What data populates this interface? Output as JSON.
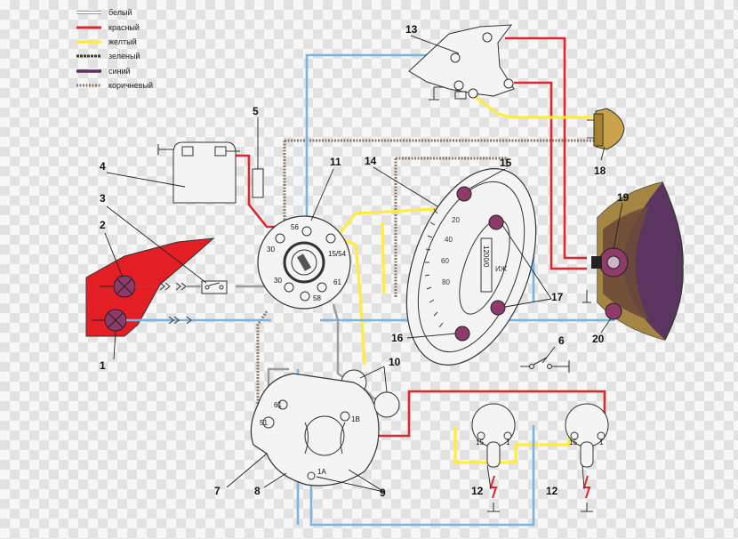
{
  "legend": {
    "items": [
      {
        "label": "белый",
        "color": "#ffffff"
      },
      {
        "label": "красный",
        "color": "#e0262b"
      },
      {
        "label": "желтый",
        "color": "#ffec3c"
      },
      {
        "label": "зеленый",
        "color": "#3b3b2a"
      },
      {
        "label": "синий",
        "color": "#5d2f63"
      },
      {
        "label": "коричневый",
        "color": "#8a7a6a"
      }
    ]
  },
  "callouts": [
    "1",
    "2",
    "3",
    "4",
    "5",
    "6",
    "7",
    "8",
    "9",
    "10",
    "11",
    "12",
    "12",
    "13",
    "14",
    "15",
    "16",
    "17",
    "18",
    "19",
    "20"
  ],
  "terminals": {
    "sw56": "56",
    "sw30a": "30",
    "sw1554": "15/54",
    "sw30b": "30",
    "sw61": "61",
    "sw58": "58",
    "gen51": "51",
    "gen61": "61",
    "gen1b": "1B",
    "gen1a": "1A",
    "c1_15": "15",
    "c1_1": "1",
    "c2_15": "15",
    "c2_1": "1"
  },
  "odometer": "1200/0"
}
